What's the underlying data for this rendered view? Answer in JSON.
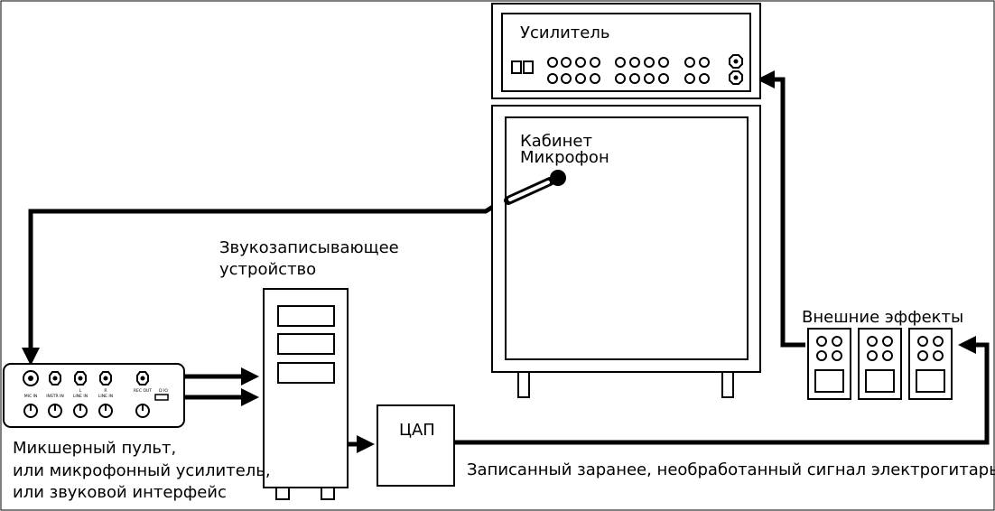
{
  "amplifier": {
    "label": "Усилитель"
  },
  "cabinet": {
    "label": "Кабинет"
  },
  "microphone": {
    "label": "Микрофон"
  },
  "recorder": {
    "label_line1": "Звукозаписывающее",
    "label_line2": "устройство"
  },
  "effects": {
    "label": "Внешние эффекты"
  },
  "dac": {
    "label": "ЦАП"
  },
  "mixer": {
    "label_line1": "Микшерный пульт,",
    "label_line2": "или микрофонный усилитель,",
    "label_line3": "или звуковой интерфейс",
    "jacks": {
      "mic_in": "MIC IN",
      "instr_in": "INSTR IN",
      "line_in_l_top": "L",
      "line_in_l_bottom": "LINE IN",
      "line_in_r_top": "R",
      "line_in_r_bottom": "LINE IN",
      "rec_out": "REC OUT",
      "dio": "D IO"
    }
  },
  "dry_signal": {
    "label": "Записанный заранее, необработанный сигнал электрогитары"
  }
}
